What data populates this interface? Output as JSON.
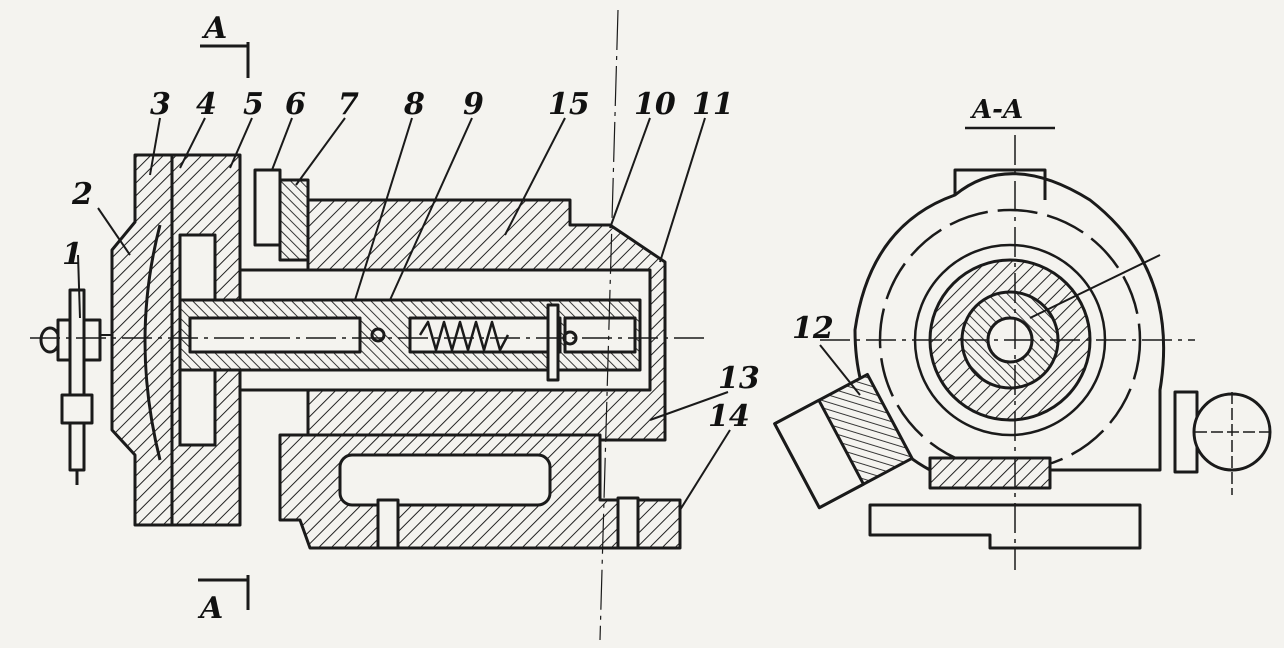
{
  "drawing": {
    "section_marker_top": "A",
    "section_marker_bottom": "A",
    "section_title": "A-A",
    "part_labels": {
      "p1": "1",
      "p2": "2",
      "p3": "3",
      "p4": "4",
      "p5": "5",
      "p6": "6",
      "p7": "7",
      "p8": "8",
      "p9": "9",
      "p15": "15",
      "p10": "10",
      "p11": "11",
      "p12": "12",
      "p13": "13",
      "p14": "14"
    }
  }
}
